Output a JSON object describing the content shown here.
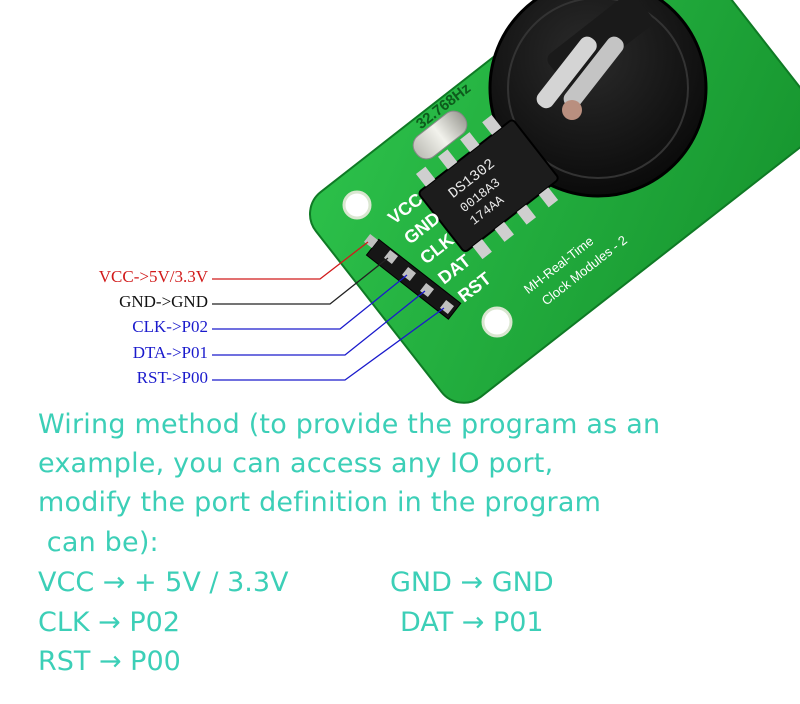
{
  "board": {
    "chip_line1": "DS1302",
    "chip_line2": "0018A3",
    "chip_line3": "174AA",
    "crystal_label": "32.768Hz",
    "pin_labels": [
      "VCC",
      "GND",
      "CLK",
      "DAT",
      "RST"
    ],
    "silkscreen_line1": "MH-Real-Time",
    "silkscreen_line2": "Clock Modules - 2"
  },
  "wiring_labels": [
    {
      "text": "VCC->5V/3.3V",
      "color": "#d11a1a"
    },
    {
      "text": "GND->GND",
      "color": "#111111"
    },
    {
      "text": "CLK->P02",
      "color": "#1a1acc"
    },
    {
      "text": "DTA->P01",
      "color": "#1a1acc"
    },
    {
      "text": "RST->P00",
      "color": "#1a1acc"
    }
  ],
  "note": {
    "color": "#3ccfb7",
    "line1": "Wiring method (to provide the program as an",
    "line2": "example, you can access any IO port,",
    "line3": "modify the port definition in the program",
    "line4": " can be):"
  },
  "pin_map": {
    "vcc": "VCC → + 5V / 3.3V",
    "gnd": "GND → GND",
    "clk": "CLK → P02",
    "dat": "DAT → P01",
    "rst": "RST → P00"
  },
  "colors": {
    "pcb_green": "#1fa63a",
    "pcb_dark": "#0f7a25",
    "chip_black": "#1c1c1c",
    "header_black": "#161616"
  }
}
